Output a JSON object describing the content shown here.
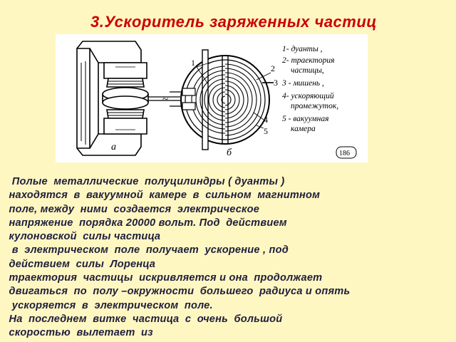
{
  "slide": {
    "title_line1": "3.Ускоритель  заряженных  частиц",
    "title_line2": "( циклотрон)",
    "colors": {
      "background": "#fff7c2",
      "title": "#cc0000",
      "text": "#1e1e3c"
    }
  },
  "figure": {
    "legend": [
      "1- дуанты ,",
      "2- траектория",
      "частицы,",
      "3 - мишень ,",
      "4- ускоряющий",
      "промежуток,",
      "5 - вакуумная",
      "камера"
    ],
    "label_a": "а",
    "label_b": "б",
    "page_number": "186",
    "callout_numbers": [
      "1",
      "2",
      "3",
      "4",
      "5"
    ],
    "tilde": "~"
  },
  "body": {
    "lines": [
      "   Полые  металлические  полуцилиндры ( дуанты )",
      "  находятся  в  вакуумной  камере  в  сильном  магнитном",
      "  поле, между  ними  создается  электрическое",
      "  напряжение  порядка 20000 вольт. Под  действием",
      "  кулоновской  силы частица",
      "   в  электрическом  поле  получает  ускорение , под",
      "  действием  силы  Лоренца",
      "  траектория  частицы  искривляется и она  продолжает",
      "  двигаться  по  полу –окружности  большего  радиуса и опять",
      "   ускоряется  в  электрическом  поле.",
      "  На  последнем  витке  частица  с  очень  большой",
      "  скоростью  вылетает  из"
    ]
  }
}
